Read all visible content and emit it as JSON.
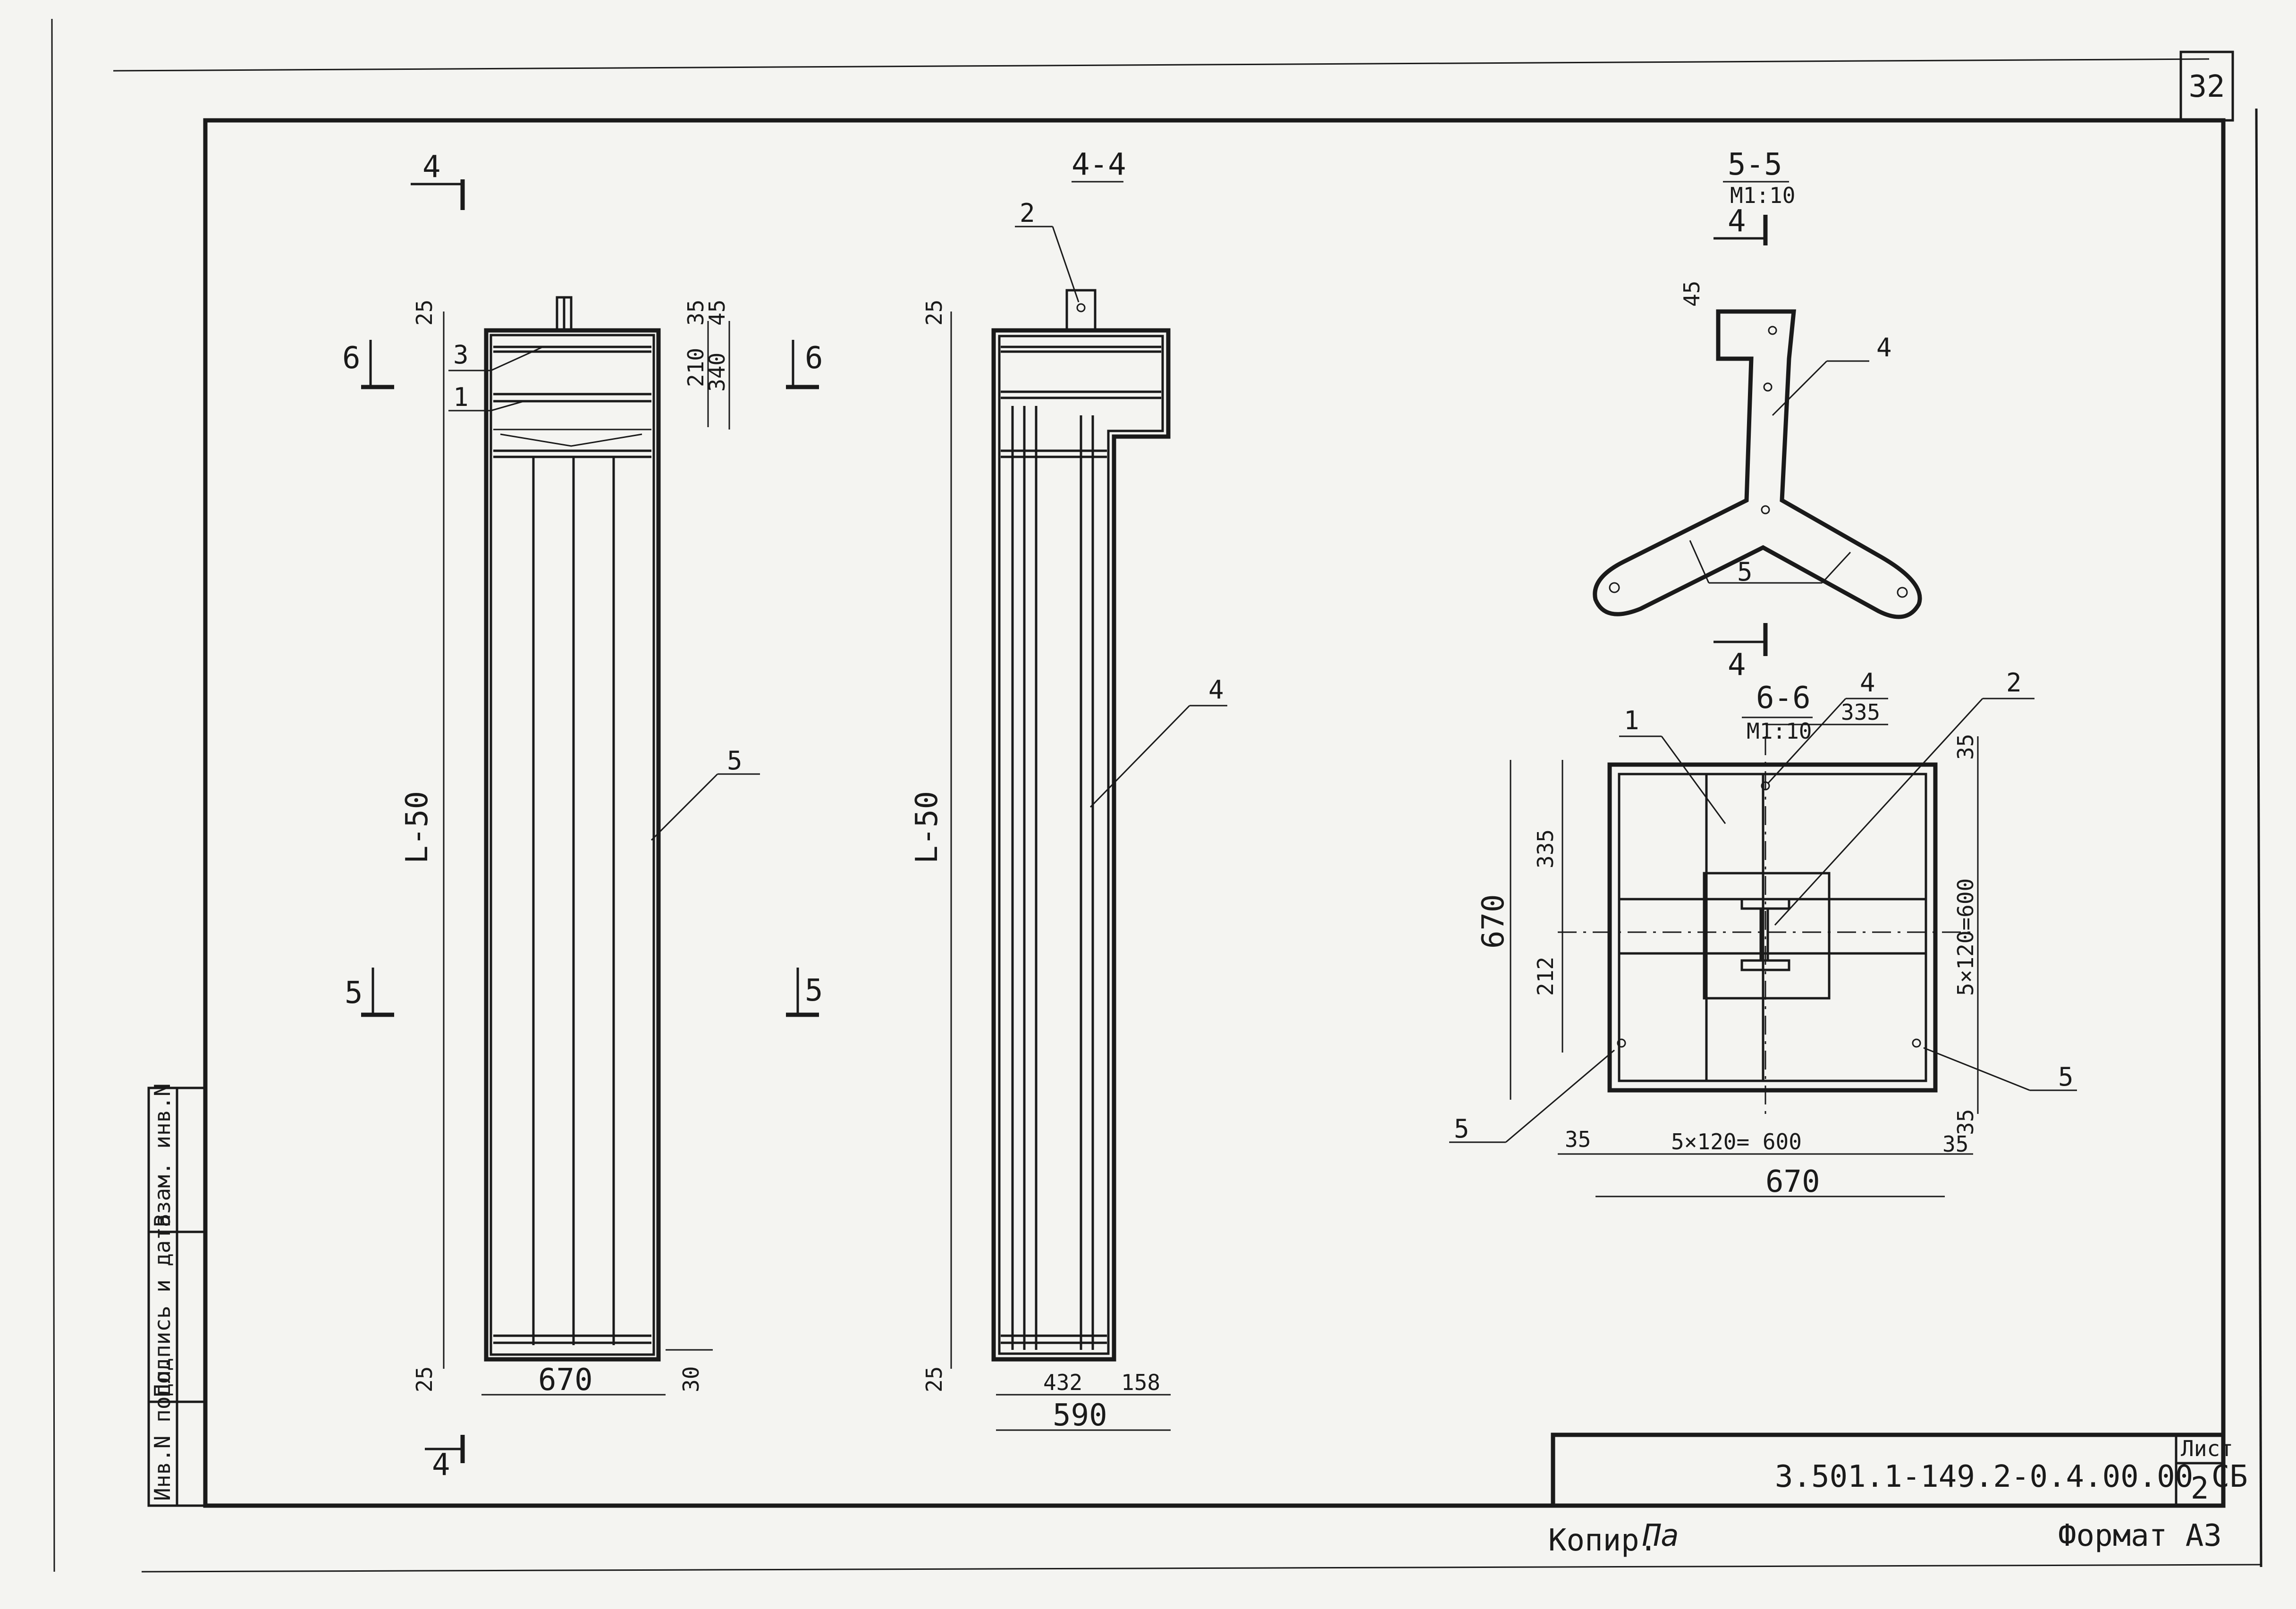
{
  "sheet": {
    "page_number": "32",
    "drawing_code": "3.501.1-149.2-0.4.00.00 СБ",
    "sheet_label": "Лист",
    "sheet_number": "2",
    "copied_by": "Копир.",
    "copier_signature": "Па",
    "format": "Формат А3",
    "side_stamp": [
      "Инв.N подл.",
      "Подпись и дата",
      "Взам. инв.N"
    ]
  },
  "view_left": {
    "cut_mark": "4",
    "cut_mark_bottom": "4",
    "section_6_left": "6",
    "section_6_right": "6",
    "section_5_left": "5",
    "length_label": "L-50",
    "callouts": {
      "top": "3",
      "middle": "1",
      "body": "5"
    },
    "dims": {
      "d25_top": "25",
      "d35": "35",
      "d45": "45",
      "d210": "210",
      "d340": "340",
      "d25_bottom": "25",
      "d670": "670",
      "d30": "30"
    }
  },
  "view_4_4": {
    "title": "4-4",
    "callout_top": "2",
    "callout_body": "4",
    "section_5": "5",
    "length_label": "L-50",
    "dims": {
      "d25_top": "25",
      "d25_bottom": "25",
      "d432": "432",
      "d158": "158",
      "d590": "590"
    }
  },
  "view_5_5": {
    "title": "5-5",
    "scale": "М1:10",
    "cut_top": "4",
    "cut_bottom": "4",
    "dim45": "45",
    "callout_4": "4",
    "callout_5": "5"
  },
  "view_6_6": {
    "title": "6-6",
    "scale": "М1:10",
    "callout_1": "1",
    "callout_4": "4",
    "callout_2": "2",
    "callout_5_left": "5",
    "callout_5_right": "5",
    "dims": {
      "d335_top": "335",
      "d335_left": "335",
      "d670_left": "670",
      "d212": "212",
      "d35_tr": "35",
      "d600_right": "5×120=600",
      "d35_br": "35",
      "d35_bl": "35",
      "d600_bottom": "5×120= 600",
      "d35_b": "35",
      "d670_bottom": "670"
    }
  }
}
